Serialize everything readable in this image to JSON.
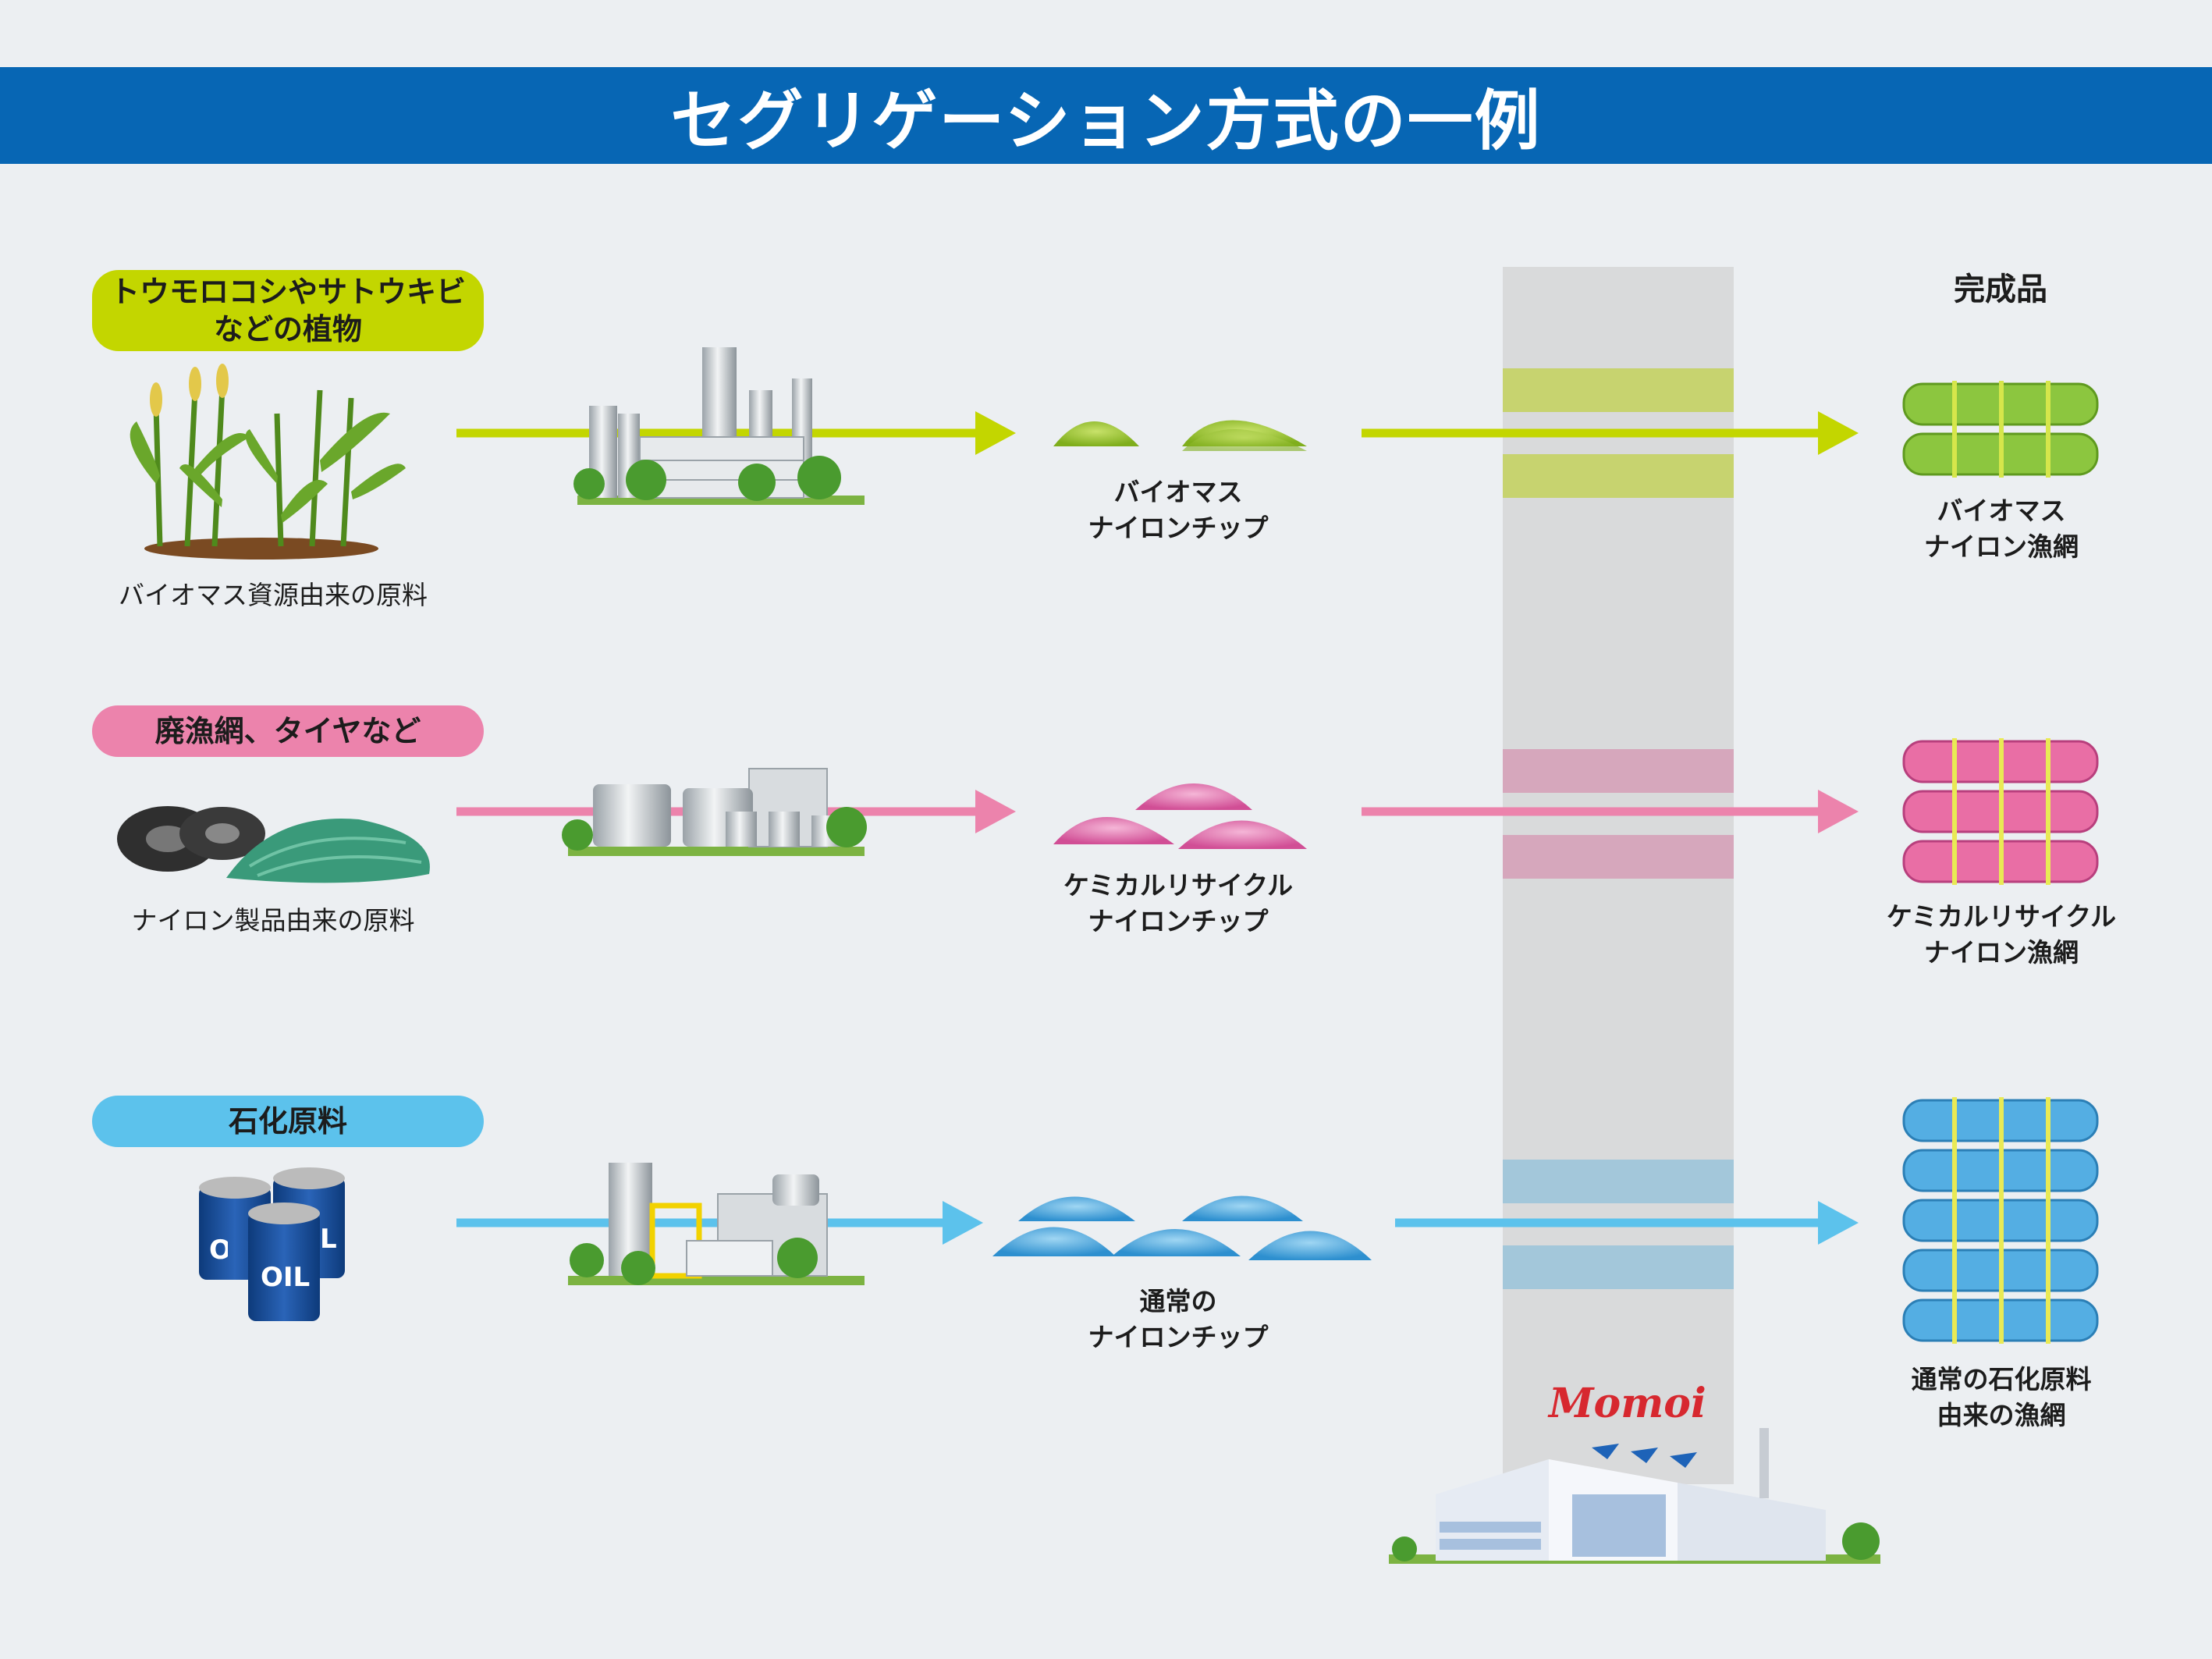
{
  "title": "セグリゲーション方式の一例",
  "finished_label": "完成品",
  "colors": {
    "title_bar": "#0766b4",
    "background": "#eceff2",
    "biomass": "#c3d600",
    "chemical": "#ec83ac",
    "petro": "#5cc2ec",
    "column": "#d9d9d9"
  },
  "rows": [
    {
      "source_pill": [
        "トウモロコシやサトウキビ",
        "などの植物"
      ],
      "source_caption": "バイオマス資源由来の原料",
      "source_icon": "corn-sugarcane-icon",
      "chip_caption": [
        "バイオマス",
        "ナイロンチップ"
      ],
      "product_caption": [
        "バイオマス",
        "ナイロン漁網"
      ]
    },
    {
      "source_pill": [
        "廃漁網、タイヤなど"
      ],
      "source_caption": "ナイロン製品由来の原料",
      "source_icon": "tires-nets-icon",
      "chip_caption": [
        "ケミカルリサイクル",
        "ナイロンチップ"
      ],
      "product_caption": [
        "ケミカルリサイクル",
        "ナイロン漁網"
      ]
    },
    {
      "source_pill": [
        "石化原料"
      ],
      "source_caption": "",
      "source_icon": "oil-drums-icon",
      "drum_label": "OIL",
      "chip_caption": [
        "通常の",
        "ナイロンチップ"
      ],
      "product_caption": [
        "通常の石化原料",
        "由来の漁網"
      ]
    }
  ],
  "factory_logo": "Momoi"
}
